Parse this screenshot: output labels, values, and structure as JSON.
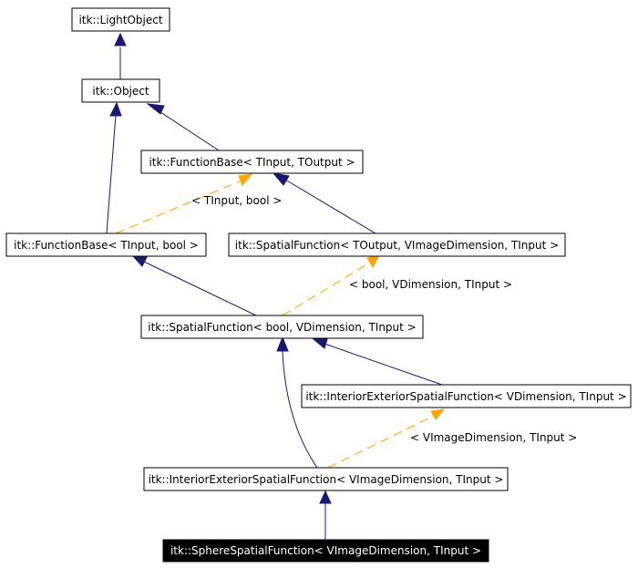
{
  "nodes": {
    "light_object": "itk::LightObject",
    "object": "itk::Object",
    "function_base_tinput_toutput": "itk::FunctionBase< TInput, TOutput >",
    "function_base_tinput_bool": "itk::FunctionBase< TInput, bool >",
    "spatial_function_toutput": "itk::SpatialFunction< TOutput, VImageDimension, TInput >",
    "spatial_function_bool": "itk::SpatialFunction< bool, VDimension, TInput >",
    "interior_exterior_vdimension": "itk::InteriorExteriorSpatialFunction< VDimension, TInput >",
    "interior_exterior_vimagedimension": "itk::InteriorExteriorSpatialFunction< VImageDimension, TInput >",
    "sphere_spatial_function": "itk::SphereSpatialFunction< VImageDimension, TInput >"
  },
  "edge_labels": {
    "tinput_bool": "< TInput, bool >",
    "bool_vdimension_tinput": "< bool, VDimension, TInput >",
    "vimagedimension_tinput": "< VImageDimension, TInput >"
  },
  "colors": {
    "inheritance": "#191970",
    "template_instantiation": "#ffa500",
    "current_node_fill": "#000000",
    "current_node_text": "#ffffff"
  }
}
